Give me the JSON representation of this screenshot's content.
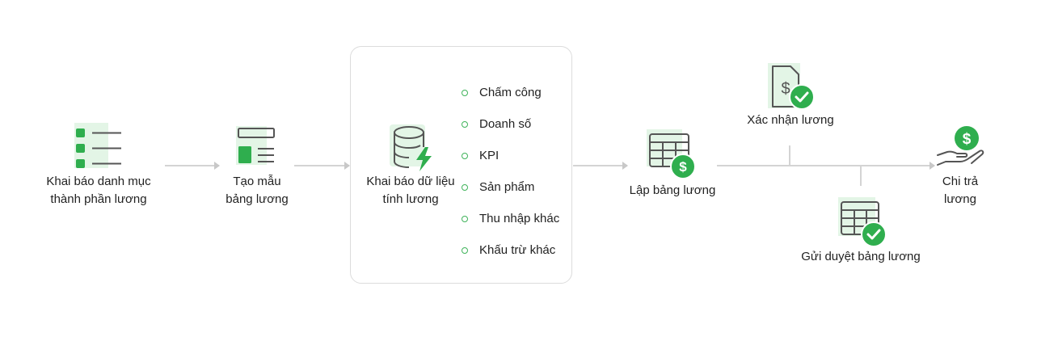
{
  "steps": {
    "khai_bao_danh_muc": {
      "line1": "Khai báo danh mục",
      "line2": "thành phần lương",
      "icon": "list-icon"
    },
    "tao_mau": {
      "line1": "Tạo mẫu",
      "line2": "bảng lương",
      "icon": "template-icon"
    },
    "khai_bao_du_lieu": {
      "line1": "Khai báo dữ liệu",
      "line2": "tính lương",
      "icon": "database-bolt-icon"
    },
    "lap_bang": {
      "label": "Lập bảng lương",
      "icon": "table-dollar-icon"
    },
    "xac_nhan": {
      "label": "Xác nhận lương",
      "icon": "document-check-icon"
    },
    "gui_duyet": {
      "label": "Gửi duyệt bảng lương",
      "icon": "table-check-icon"
    },
    "chi_tra": {
      "line1": "Chi trả",
      "line2": "lương",
      "icon": "hand-dollar-icon"
    }
  },
  "data_sources": [
    {
      "label": "Chấm công"
    },
    {
      "label": "Doanh số"
    },
    {
      "label": "KPI"
    },
    {
      "label": "Sản phẩm"
    },
    {
      "label": "Thu nhập khác"
    },
    {
      "label": "Khấu trừ khác"
    }
  ],
  "colors": {
    "accent": "#2fae4e",
    "accent_light": "#e3f5e6",
    "icon_stroke": "#6b6b6b",
    "connector": "#d4d4d4"
  }
}
